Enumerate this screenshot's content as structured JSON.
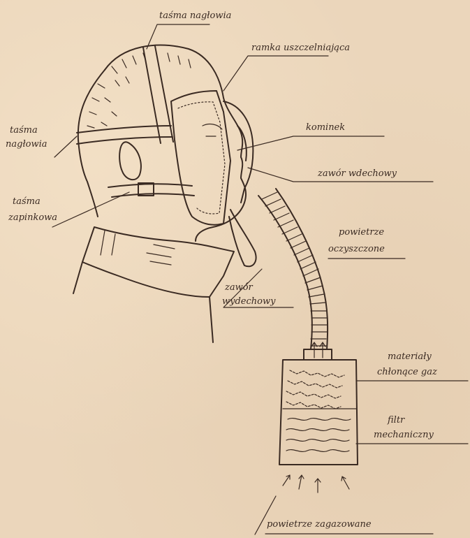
{
  "labels": {
    "tasma_naglowia_top": "taśma nagłowia",
    "ramka_uszczelniajaca": "ramka uszczelniająca",
    "tasma_naglowia_left_1": "taśma",
    "tasma_naglowia_left_2": "nagłowia",
    "kominek": "kominek",
    "zawor_wdechowy": "zawór wdechowy",
    "tasma_zapinkowa_1": "taśma",
    "tasma_zapinkowa_2": "zapinkowa",
    "powietrze_oczyszczone_1": "powietrze",
    "powietrze_oczyszczone_2": "oczyszczone",
    "zawor_wydechowy_1": "zawór",
    "zawor_wydechowy_2": "wydechowy",
    "materialy_1": "materiały",
    "materialy_2": "chłonące gaz",
    "filtr_1": "filtr",
    "filtr_2": "mechaniczny",
    "powietrze_zagazowane": "powietrze zagazowane"
  },
  "colors": {
    "paper": "#ebd6bb",
    "ink": "#3a2a22"
  }
}
